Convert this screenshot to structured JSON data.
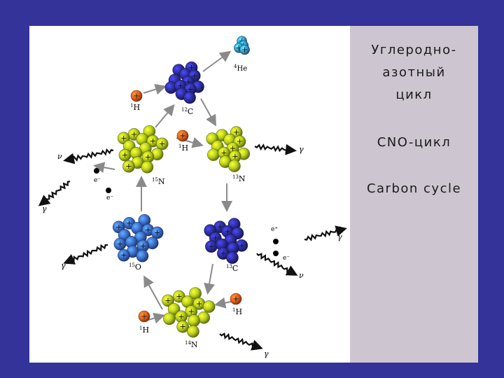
{
  "captions": {
    "line1": "Углеродно-",
    "line2": "азотный",
    "line3": "цикл",
    "cno": "CNO-цикл",
    "english": "Carbon cycle"
  },
  "nuclei": {
    "he4": {
      "sup": "4",
      "sym": "He",
      "color": "#3aa0d6"
    },
    "c12": {
      "sup": "12",
      "sym": "C",
      "color": "#2f2fa0"
    },
    "n13": {
      "sup": "13",
      "sym": "N",
      "color": "#b9d21e"
    },
    "c13": {
      "sup": "13",
      "sym": "C",
      "color": "#2f2fa0"
    },
    "n14": {
      "sup": "14",
      "sym": "N",
      "color": "#b9d21e"
    },
    "o15": {
      "sup": "15",
      "sym": "O",
      "color": "#3d6fd0"
    },
    "n15": {
      "sup": "15",
      "sym": "N",
      "color": "#b9d21e"
    }
  },
  "protons": {
    "p_top": {
      "sup": "1",
      "sym": "H"
    },
    "p_mid": {
      "sup": "1",
      "sym": "H"
    },
    "p_bottom_left": {
      "sup": "1",
      "sym": "H"
    },
    "p_bottom_right": {
      "sup": "1",
      "sym": "H"
    }
  },
  "particles": {
    "gamma": "γ",
    "nu": "ν",
    "e_plus": "e⁺",
    "e_minus": "e⁻",
    "proton_color": "#e8621e",
    "electron_color": "#000000"
  }
}
